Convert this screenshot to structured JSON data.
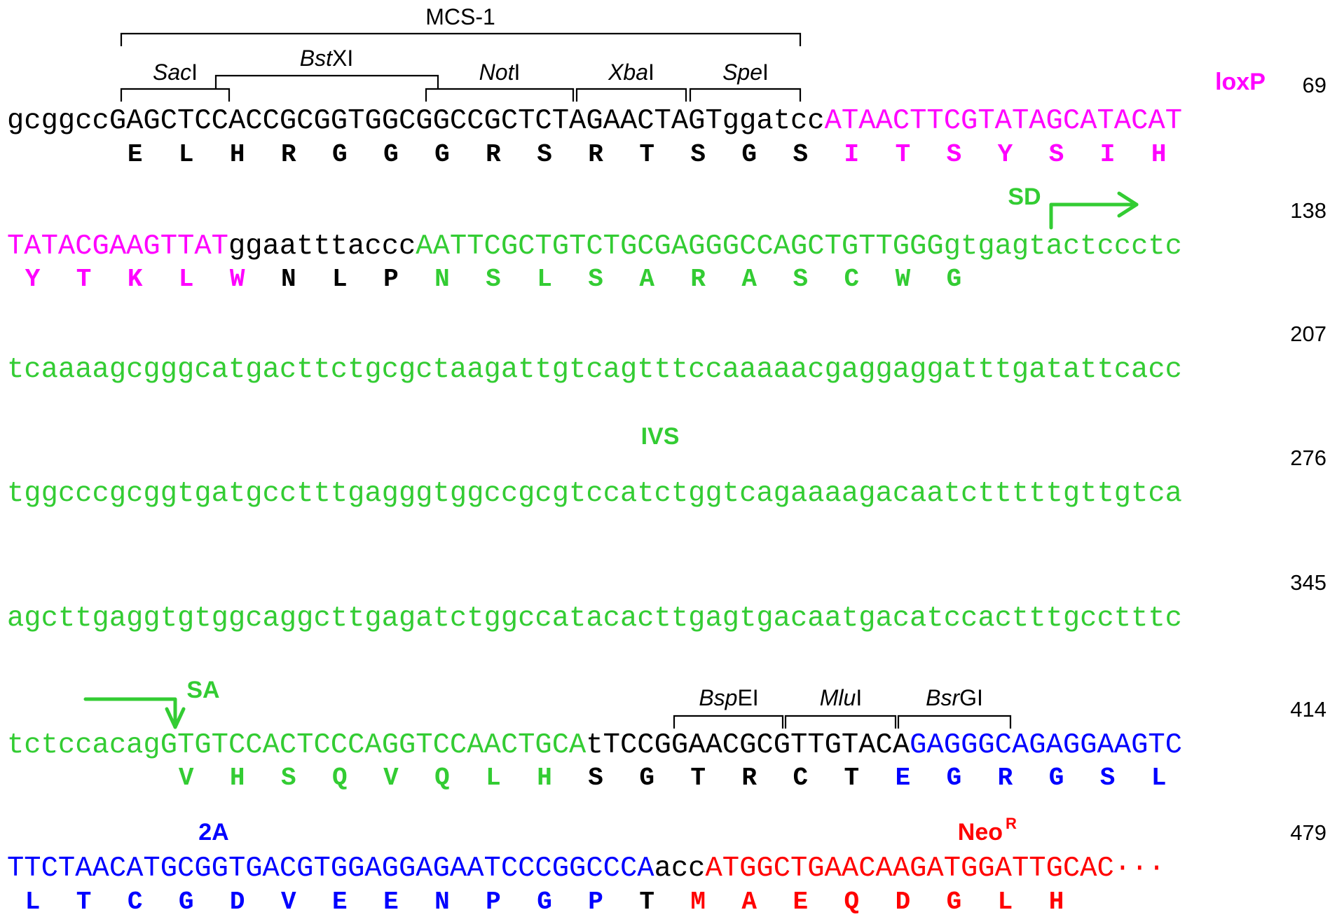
{
  "colors": {
    "black": "#000000",
    "magenta": "#ff00ff",
    "green": "#33cc33",
    "blue": "#0000ff",
    "red": "#ff0000"
  },
  "mcs1_label": "MCS-1",
  "sites": {
    "sac": {
      "italic": "Sac",
      "roman": "I"
    },
    "bstx": {
      "italic": "Bst",
      "roman": "XI"
    },
    "not": {
      "italic": "Not",
      "roman": "I"
    },
    "xba": {
      "italic": "Xba",
      "roman": "I"
    },
    "spe": {
      "italic": "Spe",
      "roman": "I"
    },
    "bspe": {
      "italic": "Bsp",
      "roman": "EI"
    },
    "mlu": {
      "italic": "Mlu",
      "roman": "I"
    },
    "bsrg": {
      "italic": "Bsr",
      "roman": "GI"
    }
  },
  "features": {
    "loxp": "loxP",
    "sd": "SD",
    "ivs": "IVS",
    "sa": "SA",
    "twoa": "2A",
    "neo": "Neo",
    "neo_sup": "R"
  },
  "rows": [
    {
      "number": "69",
      "segments": [
        {
          "text": "gcggcc",
          "color": "black"
        },
        {
          "text": "GAGCTCCACCGCGGTGGCGGCCGCTCTAGAACTAGT",
          "color": "black"
        },
        {
          "text": "ggatcc",
          "color": "black"
        },
        {
          "text": "ATAACTTCGTATAGCATACAT",
          "color": "magenta"
        }
      ],
      "aa": [
        {
          "text": "E L H R G G G R S R T S G S",
          "color": "black"
        },
        {
          "text": "I T S Y S I H",
          "color": "magenta"
        }
      ]
    },
    {
      "number": "138",
      "segments": [
        {
          "text": "TATACGAAGTTAT",
          "color": "magenta"
        },
        {
          "text": "ggaatttaccc",
          "color": "black"
        },
        {
          "text": "AATTCGCTGTCTGCGAGGGCCAGCTGTTGGG",
          "color": "green"
        },
        {
          "text": "gtgagtactccctc",
          "color": "green"
        }
      ],
      "aa": [
        {
          "text": "Y T K L W",
          "color": "magenta"
        },
        {
          "text": "N L P",
          "color": "black"
        },
        {
          "text": "N S L S A R A S C W G",
          "color": "green"
        }
      ]
    },
    {
      "number": "207",
      "segments": [
        {
          "text": "tcaaaagcgggcatgacttctgcgctaagattgtcagtttccaaaaacgaggaggatttgatattcacc",
          "color": "green"
        }
      ],
      "aa": []
    },
    {
      "number": "276",
      "segments": [
        {
          "text": "tggcccgcggtgatgcctttgagggtggccgcgtccatctggtcagaaaagacaatctttttgttgtca",
          "color": "green"
        }
      ],
      "aa": []
    },
    {
      "number": "345",
      "segments": [
        {
          "text": "agcttgaggtgtggcaggcttgagatctggccatacacttgagtgacaatgacatccactttgcctttc",
          "color": "green"
        }
      ],
      "aa": []
    },
    {
      "number": "414",
      "segments": [
        {
          "text": "tctccacag",
          "color": "green"
        },
        {
          "text": "GTGTCCACTCCCAGGTCCAACTGCA",
          "color": "green"
        },
        {
          "text": "t",
          "color": "black"
        },
        {
          "text": "TCCGGAACGCGTTGTACA",
          "color": "black"
        },
        {
          "text": "GAGGGCAGAGGAAGTC",
          "color": "blue"
        }
      ],
      "aa": [
        {
          "text": "V H S Q V Q L H",
          "color": "green"
        },
        {
          "text": "S G T R C T",
          "color": "black"
        },
        {
          "text": "E G R G S L",
          "color": "blue"
        }
      ]
    },
    {
      "number": "479",
      "segments": [
        {
          "text": "TTCTAACATGCGGTGACGTGGAGGAGAATCCCGGCCCA",
          "color": "blue"
        },
        {
          "text": "acc",
          "color": "black"
        },
        {
          "text": "ATGGCTGAACAAGATGGATTGCAC",
          "color": "red"
        }
      ],
      "ellipsis": "···",
      "aa": [
        {
          "text": "L T C G D V E E N P G P",
          "color": "blue"
        },
        {
          "text": "T",
          "color": "black"
        },
        {
          "text": "M A E Q D G L H",
          "color": "red"
        }
      ]
    }
  ]
}
